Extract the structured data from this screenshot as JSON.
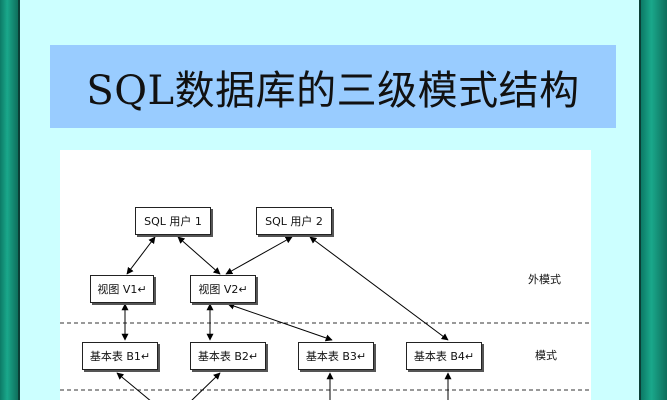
{
  "title": "SQL数据库的三级模式结构",
  "nodes": {
    "user1": "SQL 用户 1",
    "user2": "SQL 用户 2",
    "view1": "视图 V1↵",
    "view2": "视图 V2↵",
    "table1": "基本表 B1↵",
    "table2": "基本表 B2↵",
    "table3": "基本表 B3↵",
    "table4": "基本表 B4↵"
  },
  "levels": {
    "external": "外模式",
    "conceptual": "模式"
  }
}
